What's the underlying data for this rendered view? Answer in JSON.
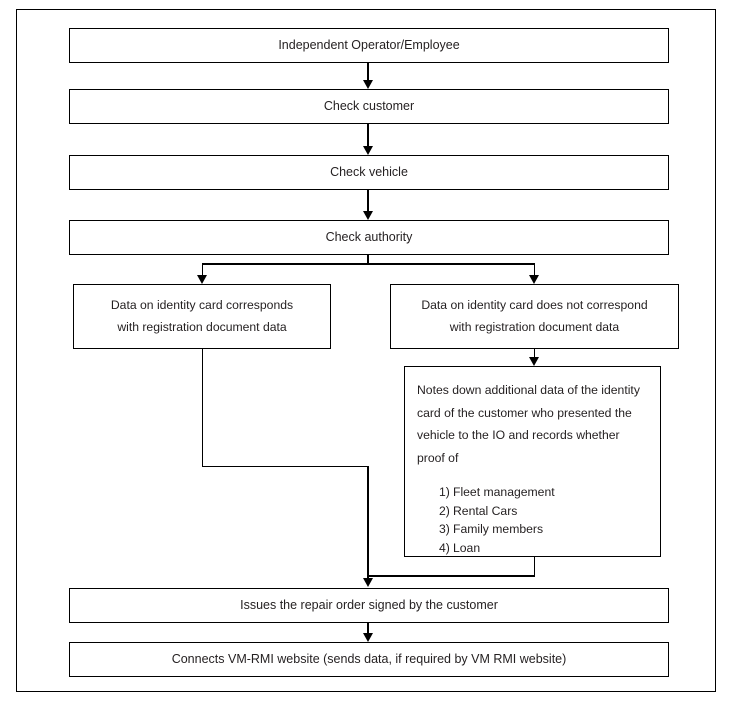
{
  "diagram": {
    "title": "Independent Operator / Employee repair-order process flowchart",
    "colors": {
      "line": "#000000",
      "text": "#231f20",
      "background": "#ffffff"
    },
    "nodes": {
      "start": {
        "label": "Independent Operator/Employee"
      },
      "check_customer": {
        "label": "Check customer"
      },
      "check_vehicle": {
        "label": "Check vehicle"
      },
      "check_authority": {
        "label": "Check authority"
      },
      "branch_match": {
        "line1": "Data on identity card corresponds",
        "line2": "with registration document data"
      },
      "branch_no_match": {
        "line1": "Data on identity card does not correspond",
        "line2": "with registration document data"
      },
      "notes": {
        "body": "Notes down additional data of the identity card of the customer who presented the vehicle to the IO and records whether proof of",
        "list": [
          {
            "num": "1)",
            "text": "Fleet management"
          },
          {
            "num": "2)",
            "text": "Rental Cars"
          },
          {
            "num": "3)",
            "text": "Family members"
          },
          {
            "num": "4)",
            "text": "Loan"
          }
        ]
      },
      "repair_order": {
        "label": "Issues the repair order signed by the customer"
      },
      "connect_site": {
        "label": "Connects VM-RMI website (sends data, if required by VM RMI website)"
      }
    }
  }
}
